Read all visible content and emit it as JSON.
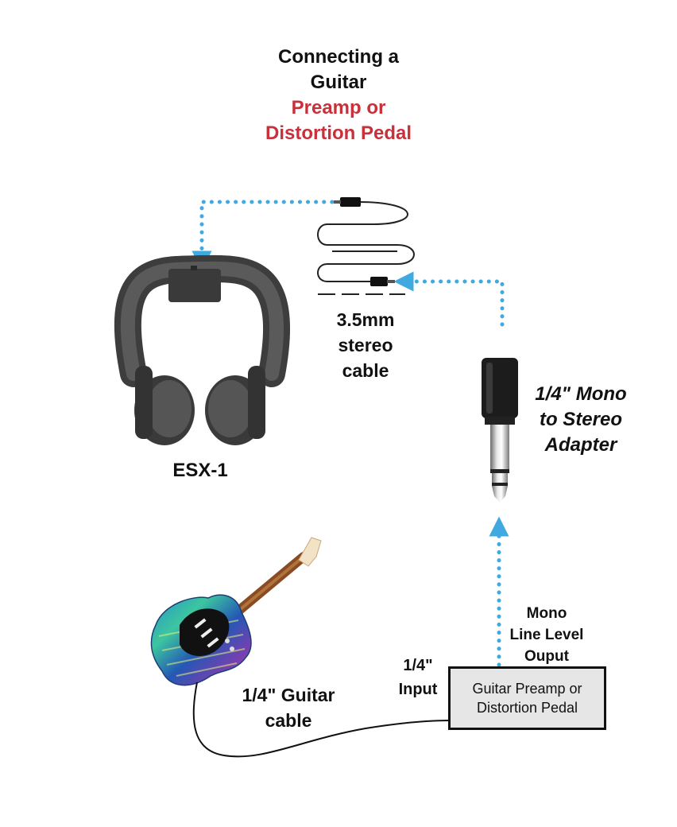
{
  "title": {
    "line1": "Connecting a",
    "line2": "Guitar",
    "line3": "Preamp or",
    "line4": "Distortion Pedal",
    "accent_color": "#c8303a"
  },
  "cable_label": {
    "line1": "3.5mm",
    "line2": "stereo",
    "line3": "cable"
  },
  "headphones_label": "ESX-1",
  "adapter_label": {
    "line1": "1/4\" Mono",
    "line2": "to Stereo",
    "line3": "Adapter"
  },
  "output_label": {
    "line1": "Mono",
    "line2": "Line Level",
    "line3": "Ouput"
  },
  "input_label": {
    "line1": "1/4\"",
    "line2": "Input"
  },
  "pedal_box": {
    "line1": "Guitar Preamp or",
    "line2": "Distortion Pedal"
  },
  "guitar_cable_label": {
    "line1": "1/4\" Guitar",
    "line2": "cable"
  },
  "colors": {
    "arrow": "#3fa9e0",
    "headphones": "#4a4a4a",
    "pedal_fill": "#e6e6e6"
  },
  "icons": [
    "headphones-icon",
    "stereo-cable-icon",
    "mono-stereo-adapter-icon",
    "electric-guitar-icon"
  ]
}
